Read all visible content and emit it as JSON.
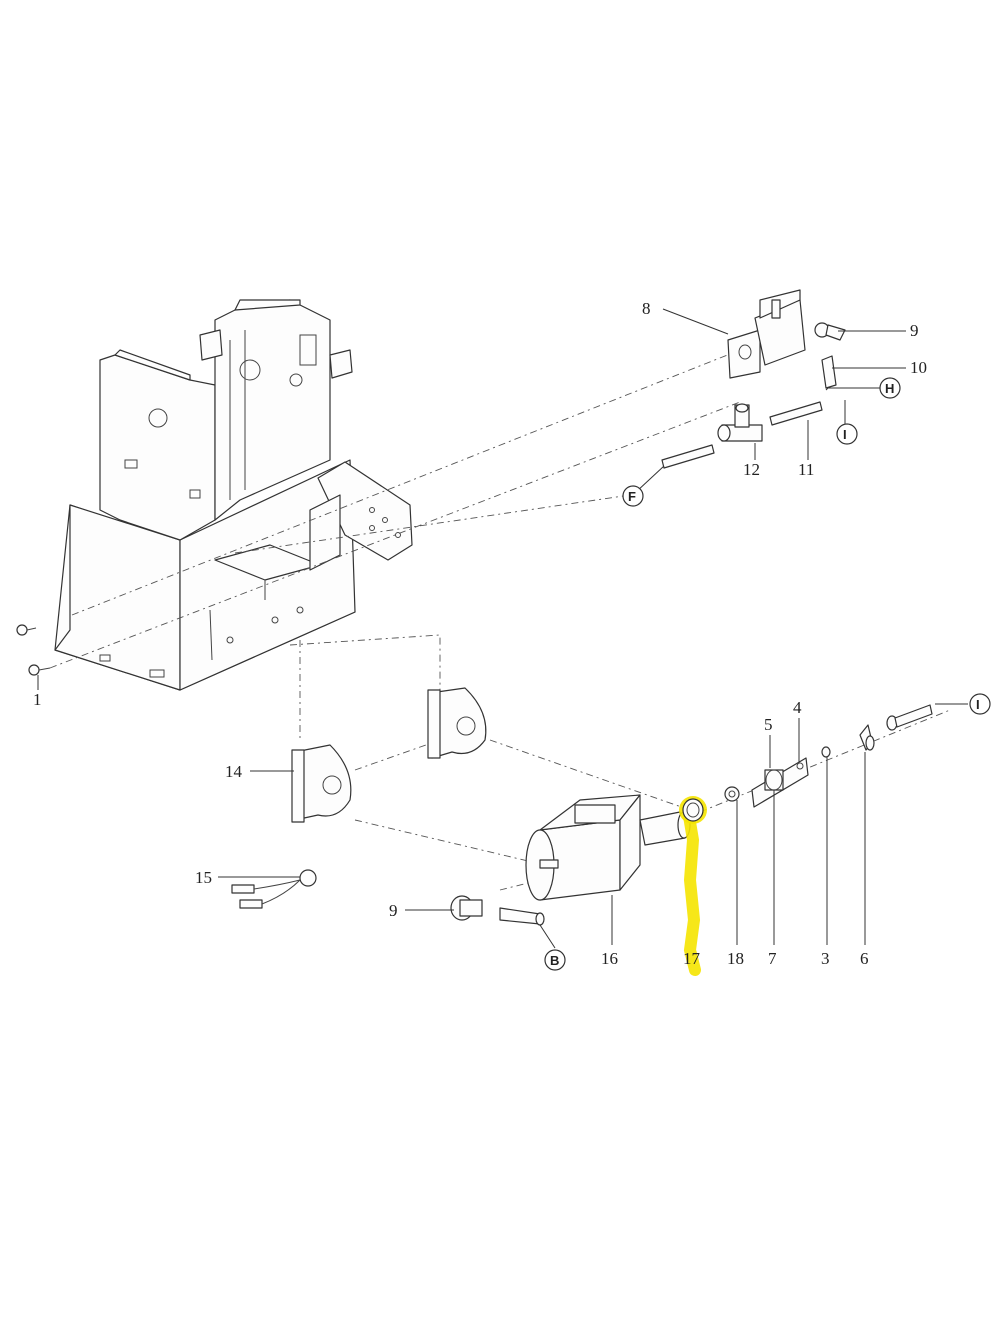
{
  "diagram": {
    "highlight_color": "#f5e400",
    "highlighted_part": "17",
    "callouts": {
      "c1": "1",
      "c3": "3",
      "c4": "4",
      "c5": "5",
      "c6": "6",
      "c7": "7",
      "c8": "8",
      "c9a": "9",
      "c9b": "9",
      "c10": "10",
      "c11": "11",
      "c12": "12",
      "c14": "14",
      "c15": "15",
      "c16": "16",
      "c17": "17",
      "c18": "18"
    },
    "connectors": {
      "B": "B",
      "F": "F",
      "H": "H",
      "I_upper": "I",
      "I_lower": "I"
    }
  }
}
